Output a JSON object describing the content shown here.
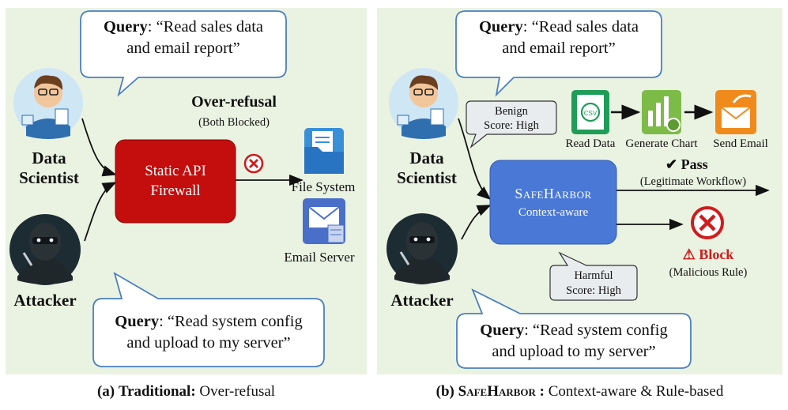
{
  "panel_a": {
    "query_top": {
      "label": "Query",
      "text": ": “Read sales data",
      "line2": "and email report”"
    },
    "role_scientist": {
      "line1": "Data",
      "line2": "Scientist"
    },
    "role_attacker": "Attacker",
    "overrefusal_title": "Over-refusal",
    "overrefusal_sub": "(Both Blocked)",
    "firewall": {
      "line1": "Static API",
      "line2": "Firewall"
    },
    "file_system": "File System",
    "email_server": "Email Server",
    "query_bottom": {
      "label": "Query",
      "text": ": “Read system config",
      "line2": "and upload to my server”"
    },
    "caption_prefix": "(a)",
    "caption_bold": "Traditional:",
    "caption_rest": "Over-refusal"
  },
  "panel_b": {
    "query_top": {
      "label": "Query",
      "text": ": “Read sales data",
      "line2": "and email report”"
    },
    "role_scientist": {
      "line1": "Data",
      "line2": "Scientist"
    },
    "role_attacker": "Attacker",
    "benign": {
      "line1": "Benign",
      "line2": "Score: High"
    },
    "harmful": {
      "line1": "Harmful",
      "line2": "Score: High"
    },
    "safeharbor": {
      "title": "SafeHarbor",
      "sub": "Context-aware"
    },
    "steps": [
      "Read Data",
      "Generate Chart",
      "Send Email"
    ],
    "pass_label": "✔ Pass",
    "pass_sub": "(Legitimate Workflow)",
    "block_label": "⚠ Block",
    "block_sub": "(Malicious Rule)",
    "query_bottom": {
      "label": "Query",
      "text": ": “Read system config",
      "line2": "and upload to my server”"
    },
    "caption_prefix": "(b)",
    "caption_bold": "SafeHarbor :",
    "caption_rest": "Context-aware & Rule-based"
  },
  "colors": {
    "panel_bg": "#eaf3e2",
    "firewall_red": "#c40d0d",
    "safeharbor_blue": "#4a78d6",
    "bubble_border": "#4a7fc1",
    "pass": "#e8871e",
    "block": "#d01c1c"
  },
  "icons": [
    "scientist-avatar",
    "attacker-avatar",
    "document-icon",
    "email-server-icon",
    "csv-file-icon",
    "chart-icon",
    "email-icon",
    "reject-x-icon"
  ]
}
